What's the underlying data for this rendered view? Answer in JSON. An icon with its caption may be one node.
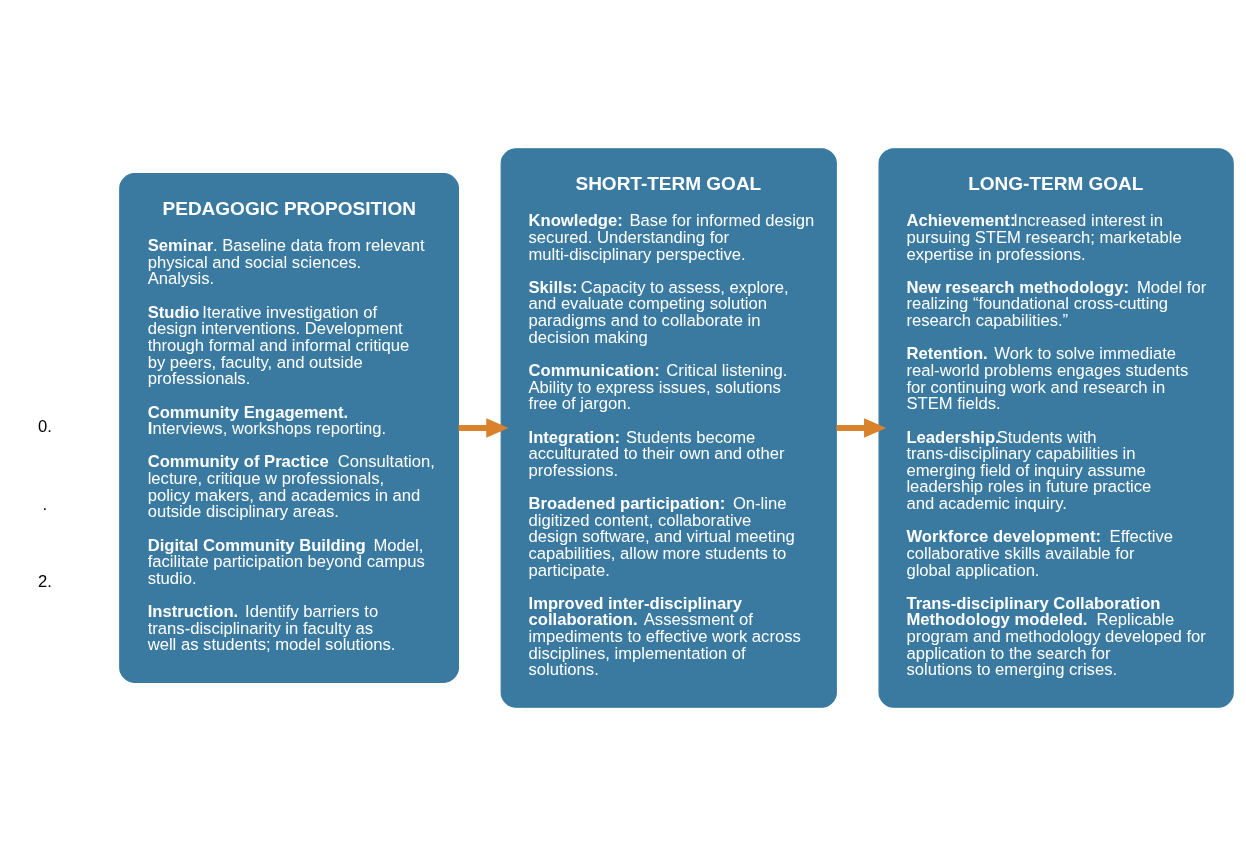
{
  "diagram": {
    "nodes": [
      {
        "text": [
          "PEDAGOGIC PROPOSITION",
          "**Seminar**. Baseline data from relevant physical and social sciences. Analysis.",
          "**Studio** Iterative investigation of design interventions.  Development through formal and informal critique by peers, faculty, and outside professionals.",
          "**Community Engagement. I**nterviews, workshops reporting.",
          "**Community of Practice** Consultation, lecture, critique w professionals, policy makers, and academics in and outside disciplinary areas.",
          "**Digital Community Building** Model, facilitate participation beyond campus studio.",
          "**Instruction.** Identify barriers to trans-disciplinarity in faculty as well as students; model solutions."
        ]
      },
      {
        "text": [
          "SHORT-TERM GOAL",
          "**Knowledge:** Base for informed design secured. Understanding for multi-disciplinary perspective.",
          "**Skills:** Capacity to assess, explore, and evaluate competing solution paradigms and to collaborate in decision making",
          "**Communication:** Critical listening. Ability to express issues, solutions free of jargon.",
          "**Integration:** Students become acculturated to their own and other professions.",
          "**Broadened participation:** On-line digitized content, collaborative design software, and virtual meeting capabilities, allow more students to participate.",
          "**Improved inter-disciplinary collaboration.** Assessment of impediments to effective work across disciplines, implementation of solutions."
        ]
      },
      {
        "text": [
          "LONG-TERM GOAL",
          "**Achievement:**Increased interest in pursuing STEM research; marketable expertise in professions.",
          "**New research methodology:** Model for realizing “foundational cross-cutting research capabilities.”",
          "**Retention.** Work to solve immediate real-world problems engages students for continuing work and research in STEM fields.",
          "**Leadership.**Students with trans-disciplinary capabilities in emerging field of inquiry assume leadership roles in future practice and academic inquiry.",
          "**Workforce development:** Effective collaborative skills available for global application.",
          "**Trans-disciplinary Collaboration Methodology modeled.** Replicable program and methodology developed for application to the search for solutions to emerging crises."
        ]
      }
    ],
    "edges": [
      {
        "from": 0,
        "to": 1,
        "arrow": "to",
        "color": "#d9822b"
      },
      {
        "from": 1,
        "to": 2,
        "arrow": "to",
        "color": "#d9822b"
      }
    ],
    "labels": [
      "0.",
      ".",
      "2."
    ]
  }
}
